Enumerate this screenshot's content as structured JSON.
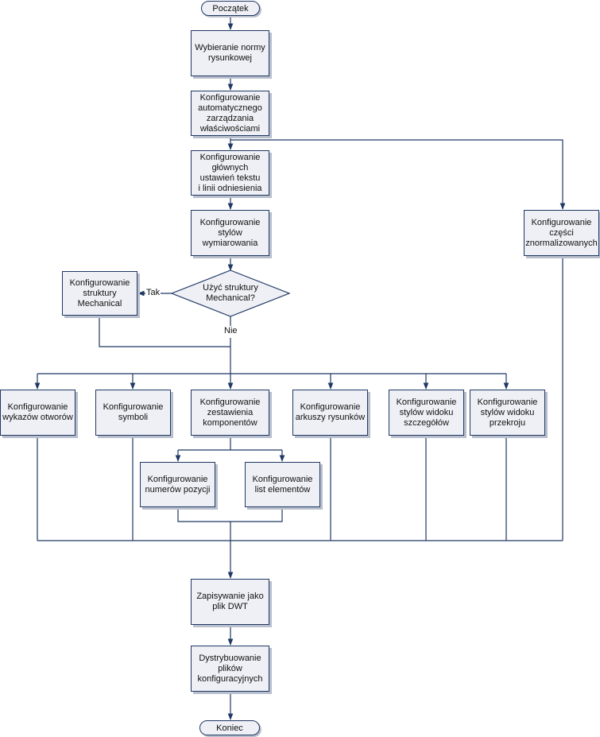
{
  "start": "Początek",
  "end": "Koniec",
  "steps": {
    "s1": "Wybieranie normy\nrysunkowej",
    "s2": "Konfigurowanie\nautomatycznego\nzarządzania\nwłaściwościami",
    "s3": "Konfigurowanie\ngłównych\nustawień tekstu\ni linii odniesienia",
    "s4": "Konfigurowanie\nstylów\nwymiarowania",
    "mechanical": "Konfigurowanie\nstruktury\nMechanical",
    "std_parts": "Konfigurowanie\nczęści\nznormalizowanych",
    "holes": "Konfigurowanie\nwykazów otworów",
    "symbols": "Konfigurowanie\nsymboli",
    "parts_list": "Konfigurowanie\nzestawienia\nkomponentów",
    "sheets": "Konfigurowanie\narkuszy rysunków",
    "detail_views": "Konfigurowanie\nstylów widoku\nszczegółów",
    "section_views": "Konfigurowanie\nstylów widoku\nprzekroju",
    "balloons": "Konfigurowanie\nnumerów pozycji",
    "lists": "Konfigurowanie\nlist elementów",
    "save": "Zapisywanie jako\nplik DWT",
    "distribute": "Dystrybuowanie\nplików\nkonfiguracyjnych"
  },
  "decision": {
    "question": "Użyć struktury\nMechanical?",
    "yes": "Tak",
    "no": "Nie"
  },
  "colors": {
    "line": "#1f3864",
    "fill": "#eef0f5",
    "shadow": "#b9bfcc"
  }
}
